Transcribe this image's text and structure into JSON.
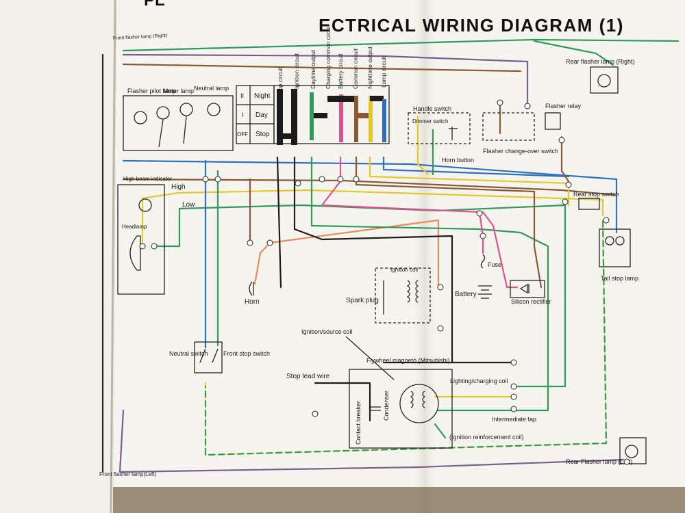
{
  "title": {
    "left_fragment": "PL",
    "main": "ECTRICAL WIRING DIAGRAM (1)"
  },
  "labels": {
    "front_flasher_right": "Front flasher lamp (Right)",
    "rear_flasher_right": "Rear flasher lamp (Right)",
    "rear_flasher_left": "Rear Flasher lamp (Left)",
    "front_flasher_left": "Front flasher lamp(Left)",
    "flasher_pilot_lamp": "Flasher pilot lamp",
    "meter_lamp": "Meter lamp",
    "neutral_lamp": "Neutral lamp",
    "handle_switch": "Handle switch",
    "dimmer_switch": "Dimmer switch",
    "horn_button": "Horn button",
    "flasher_change_over_switch": "Flasher change-over switch",
    "flasher_relay": "Flasher relay",
    "high_beam_indicator": "High beam indicator",
    "high": "High",
    "low": "Low",
    "headlamp": "Headlamp",
    "rear_stop_switch": "Rear stop switch",
    "tail_stop_lamp": "Tail stop lamp",
    "horn": "Horn",
    "ignition_coil": "Ignition coil",
    "spark_plug": "Spark plug",
    "fuse": "Fuse",
    "battery": "Battery",
    "silicon_rectifier": "Silicon rectifier",
    "ignition_source_coil": "Ignition/source coil",
    "flywheel_magneto": "Flywheel magneto (Mitsubishi)",
    "neutral_switch": "Neutral switch",
    "front_stop_switch": "Front stop switch",
    "stop_lead_wire": "Stop lead wire",
    "lighting_charging_coil": "Lighting/charging coil",
    "intermediate_tap": "Intermediate tap",
    "ignition_reinforcement_coil": "(Ignition reinforcement coil)",
    "contact_breaker": "Contact breaker",
    "condenser": "Condenser"
  },
  "switch_table": {
    "rows": [
      {
        "pos": "II",
        "name": "Night"
      },
      {
        "pos": "I",
        "name": "Day"
      },
      {
        "pos": "OFF",
        "name": "Stop"
      }
    ],
    "columns": [
      "Stop circuit",
      "Ignition circuit",
      "Daytime output",
      "Charging common circuit",
      "Battery circuit",
      "Common circuit",
      "Nighttime output",
      "Lamp circuit"
    ]
  },
  "wire_colors": {
    "blue": "#2f6fc1",
    "green": "#2f9a5c",
    "yellow": "#e3c92c",
    "brown": "#8a5a36",
    "pink": "#e0528d",
    "orange": "#e88a5a",
    "black": "#1c1c1c",
    "purple": "#7a5e8e",
    "white": "#f4f4ef"
  }
}
